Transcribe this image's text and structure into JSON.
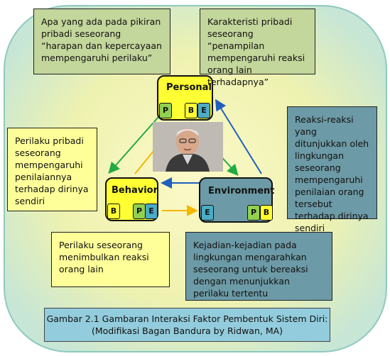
{
  "boxes": {
    "top_left": "Apa yang ada pada pikiran pribadi seseorang “harapan dan kepercayaan mempengaruhi perilaku”",
    "top_right": "Karakteristi pribadi seseorang “penampilan mempengaruhi reaksi orang lain terhadapnya”",
    "right": "Reaksi-reaksi yang ditunjukkan oleh lingkungan seseorang mempengaruhi penilaian orang tersebut terhadap dirinya sendiri",
    "left": "Perilaku pribadi seseorang mempengaruhi penilaiannya terhadap dirinya sendiri",
    "bottom_left": "Perilaku seseorang menimbulkan reaksi orang lain",
    "bottom_right": "Kejadian-kejadian pada lingkungan mengarahkan seseorang untuk bereaksi dengan menunjukkan perilaku tertentu"
  },
  "nodes": {
    "personal": {
      "title": "Personal",
      "tags": [
        "P",
        "B",
        "E"
      ]
    },
    "behavior": {
      "title": "Behavior",
      "tags": [
        "B",
        "P",
        "E"
      ]
    },
    "environment": {
      "title": "Environment",
      "tags": [
        "E",
        "P",
        "B"
      ]
    }
  },
  "caption": {
    "line1": "Gambar 2.1 Gambaran Interaksi Faktor Pembentuk Sistem Diri:",
    "line2": "(Modifikasi Bagan Bandura by Ridwan, MA)"
  },
  "colors": {
    "arrow_green": "#22aa44",
    "arrow_blue": "#1f5fbf",
    "arrow_yellow": "#f5b800",
    "personal_fill": "#ffff33",
    "behavior_fill": "#ffff33",
    "environment_fill": "#6c9aa6",
    "tag_green": "#92d050",
    "tag_teal": "#4bacc6",
    "tag_yellow": "#ffff33"
  }
}
